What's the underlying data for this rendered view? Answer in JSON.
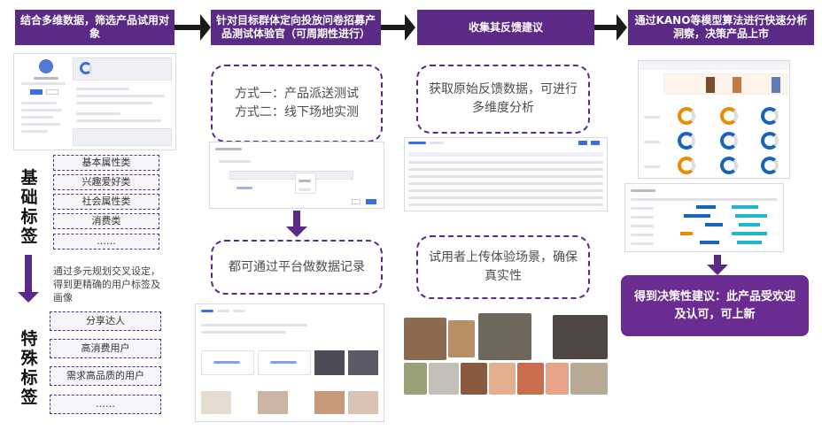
{
  "steps": [
    "结合多维数据，筛选产品试用对象",
    "针对目标群体定向投放问卷招募产品测试体验官（可周期性进行）",
    "收集其反馈建议",
    "通过KANO等模型算法进行快速分析洞察，决策产品上市"
  ],
  "basic_tags": {
    "vertical_label": [
      "基",
      "础",
      "标",
      "签"
    ],
    "items": [
      "基本属性类",
      "兴趣爱好类",
      "社会属性类",
      "消费类",
      "……"
    ]
  },
  "planning_note": "通过多元规划交叉设定，得到更精确的用户标签及画像",
  "special_tags": {
    "vertical_label": [
      "特",
      "殊",
      "标",
      "签"
    ],
    "items": [
      "分享达人",
      "高消费用户",
      "需求高品质的用户",
      "……"
    ]
  },
  "method_callout": "方式一：产品派送测试\n方式二：线下场地实测",
  "record_callout": "都可通过平台做数据记录",
  "feedback_callout": "获取原始反馈数据，可进行多维度分析",
  "scene_callout": "试用者上传体验场景，确保真实性",
  "result_text": "得到决策性建议：此产品受欢迎及认可，可上新",
  "colors": {
    "accent": "#5b2a86",
    "result_bg": "#6a2c91"
  }
}
